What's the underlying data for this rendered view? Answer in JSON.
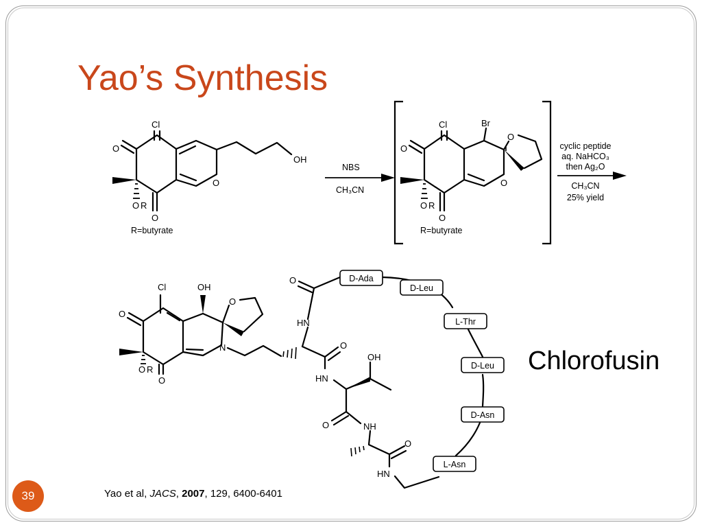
{
  "slide": {
    "title": "Yao’s Synthesis",
    "slide_number": "39",
    "product_name": "Chlorofusin",
    "citation": {
      "authors": "Yao et al, ",
      "journal": "JACS",
      "sep1": ", ",
      "year": "2007",
      "rest": ", 129, 6400-6401"
    }
  },
  "reactant": {
    "atoms": {
      "cl": "Cl",
      "o_top": "O",
      "o_ring": "O",
      "o_bottom": "O",
      "oh": "OH",
      "or_o": "O",
      "or_r": "R"
    },
    "caption": "R=butyrate"
  },
  "step1": {
    "reagent_above": "NBS",
    "reagent_below": "CH₃CN"
  },
  "intermediate": {
    "atoms": {
      "cl": "Cl",
      "br": "Br",
      "o_top": "O",
      "o_ring": "O",
      "o_thf": "O",
      "o_bottom": "O",
      "or_o": "O",
      "or_r": "R"
    },
    "caption": "R=butyrate"
  },
  "step2": {
    "line1": "cyclic peptide",
    "line2": "aq. NaHCO₃",
    "line3": "then Ag₂O",
    "line4": "CH₃CN",
    "line5": "25% yield"
  },
  "product": {
    "atoms": {
      "cl": "Cl",
      "oh": "OH",
      "o_thf": "O",
      "n": "N",
      "o_top": "O",
      "o_bottom": "O",
      "or_o": "O",
      "or_r": "R"
    },
    "peptide_atoms": {
      "o1": "O",
      "hn1": "HN",
      "o2": "O",
      "oh_thr": "OH",
      "hn2": "HN",
      "o3": "O",
      "nh1": "NH",
      "o4": "O",
      "hn3": "HN"
    },
    "residues": [
      "D-Ada",
      "D-Leu",
      "L-Thr",
      "D-Leu",
      "D-Asn",
      "L-Asn"
    ]
  }
}
